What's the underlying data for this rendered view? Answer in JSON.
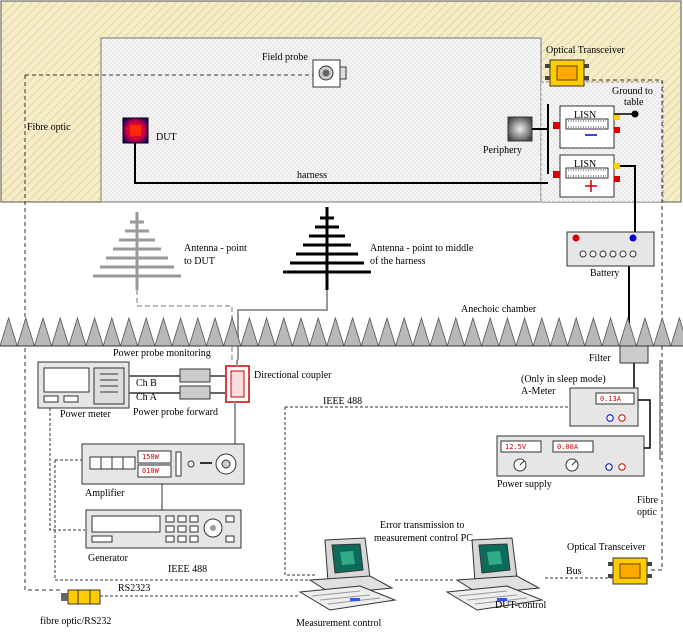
{
  "labels": {
    "fibre_optic_left": "Fibre optic",
    "field_probe": "Field probe",
    "optical_transceiver_top": "Optical Transceiver",
    "ground_to_table_1": "Ground to",
    "ground_to_table_2": "table",
    "dut": "DUT",
    "periphery": "Periphery",
    "lisn_1": "LISN",
    "lisn_2": "LISN",
    "harness": "harness",
    "antenna_dut_1": "Antenna - point",
    "antenna_dut_2": "to DUT",
    "antenna_harness_1": "Antenna - point to middle",
    "antenna_harness_2": "of the harness",
    "battery": "Battery",
    "anechoic_chamber": "Anechoic chamber",
    "power_probe_monitoring": "Power probe monitoring",
    "filter": "Filter",
    "ch_b": "Ch B",
    "ch_a": "Ch A",
    "directional_coupler": "Directional coupler",
    "sleep_mode": "(Only in sleep mode)",
    "a_meter": "A-Meter",
    "power_meter": "Power meter",
    "power_probe_forward": "Power probe forward",
    "ieee_488_top": "IEEE 488",
    "amplifier": "Amplifier",
    "power_supply": "Power supply",
    "fibre_right_1": "Fibre",
    "fibre_right_2": "optic",
    "generator": "Generator",
    "error_transmission_1": "Error transmission to",
    "error_transmission_2": "measurement control PC",
    "ieee_488_bottom": "IEEE 488",
    "optical_transceiver_bottom": "Optical Transceiver",
    "rs2323": "RS2323",
    "bus": "Bus",
    "fibre_optic_rs232": "fibre optic/RS232",
    "measurement_control": "Measurement control",
    "dut_control": "DUT-control"
  },
  "displays": {
    "amp_top": "150W",
    "amp_bottom": "010W",
    "ameter": "0.13A",
    "ps_voltage": "12.5V",
    "ps_current": "0.00A"
  },
  "colors": {
    "table": "#f5ecc8",
    "hatch": "#d9c98a",
    "dut": "#cc0022",
    "transceiver": "#ffcc00",
    "display_text": "#cc0000"
  },
  "icons": [
    "dut-icon",
    "field-probe-icon",
    "periphery-icon",
    "optical-transceiver-icon",
    "lisn-icon",
    "antenna-icon",
    "battery-icon",
    "power-meter-icon",
    "directional-coupler-icon",
    "amplifier-icon",
    "generator-icon",
    "ammeter-icon",
    "power-supply-icon",
    "computer-icon",
    "filter-icon",
    "fibre-connector-icon"
  ]
}
